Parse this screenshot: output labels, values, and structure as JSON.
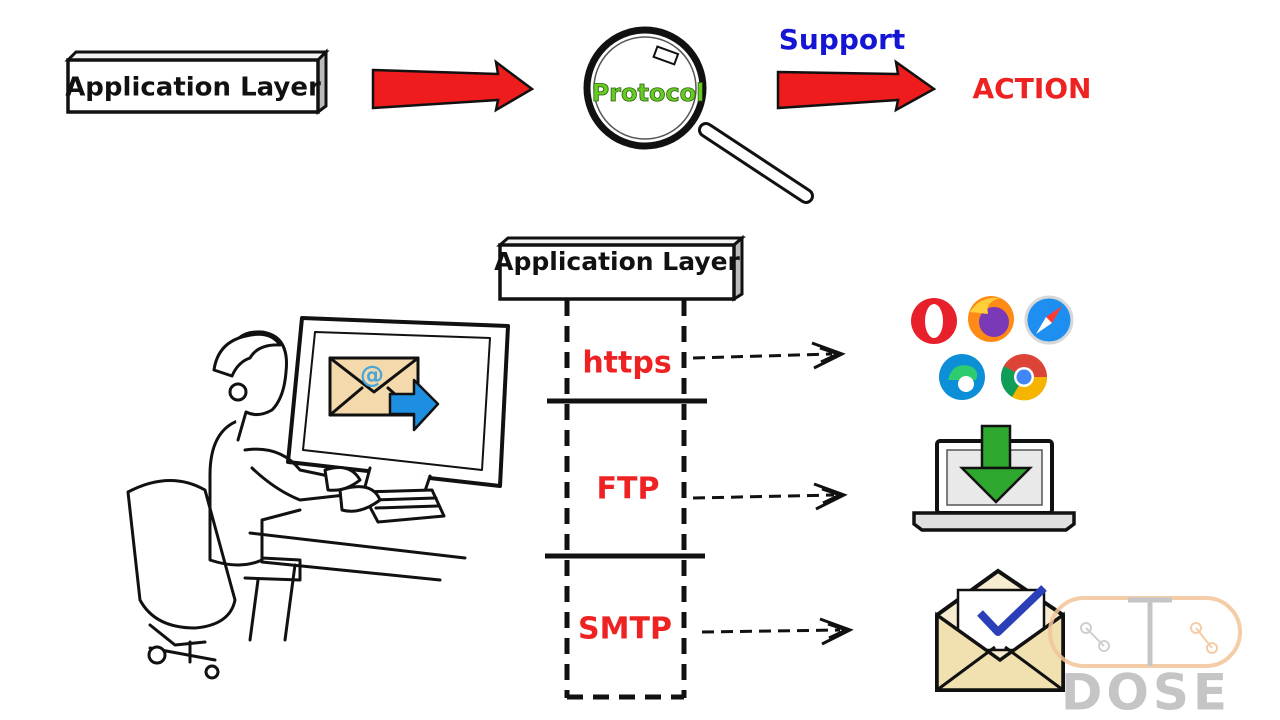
{
  "top_row": {
    "app_layer_label": "Application Layer",
    "protocol_label": "Protocol",
    "support_label": "Support",
    "action_label": "ACTION"
  },
  "stack": {
    "header_label": "Application Layer",
    "protocols": [
      {
        "label": "https",
        "target": "browser-icons"
      },
      {
        "label": "FTP",
        "target": "download-laptop"
      },
      {
        "label": "SMTP",
        "target": "mail-envelope"
      }
    ]
  },
  "colors": {
    "arrow_red": "#ee1c1c",
    "protocol_text": "#66cc22",
    "support_text": "#1515d6",
    "action_text": "#ee2222",
    "protocol_list_text": "#ee2222",
    "download_green": "#2fa82f",
    "email_blue": "#1e8fe0"
  },
  "screen_email": {
    "at_symbol": "@"
  },
  "icons": [
    "opera-icon",
    "firefox-icon",
    "safari-icon",
    "edge-icon",
    "chrome-icon",
    "download-icon",
    "envelope-check-icon"
  ],
  "watermark": {
    "text": "DOSE"
  }
}
